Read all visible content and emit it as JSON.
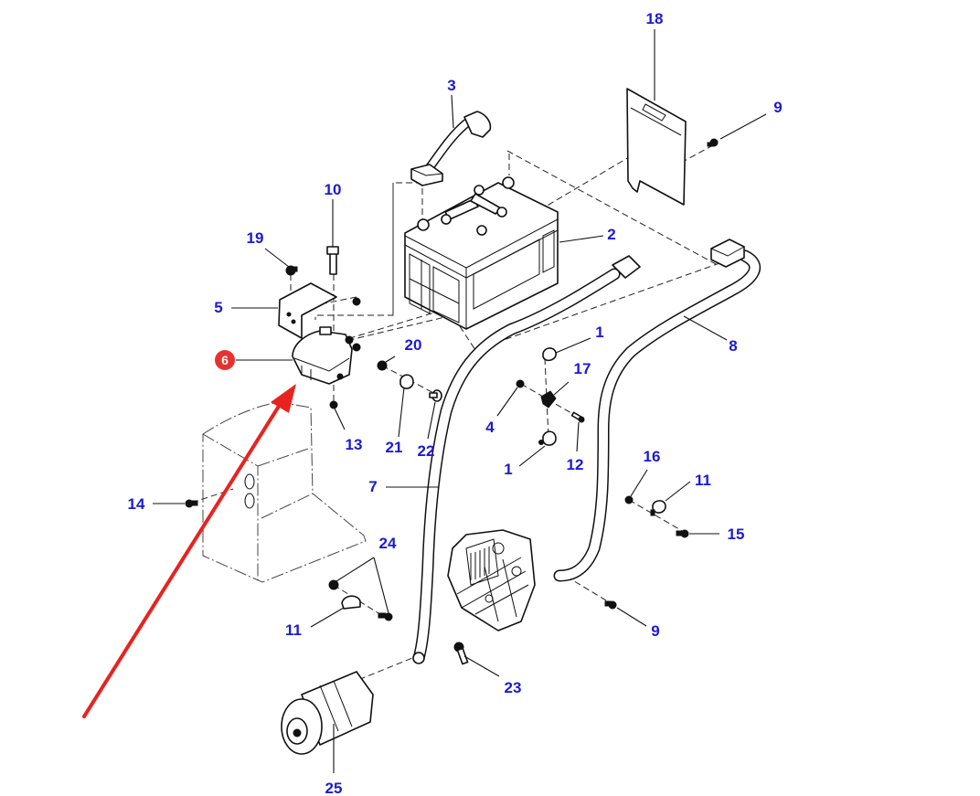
{
  "diagram": {
    "type": "exploded parts diagram",
    "subject": "battery, battery cables and battery isolator assembly",
    "label_color": "#1a1ad6",
    "highlight_color": "#e8322f",
    "arrow_color": "#e8231f",
    "highlighted_part": "6",
    "callouts": [
      {
        "id": "c18",
        "text": "18",
        "part": "battery hold-down plate"
      },
      {
        "id": "c3",
        "text": "3",
        "part": "battery cable (short jumper)"
      },
      {
        "id": "c9a",
        "text": "9",
        "part": "bolt"
      },
      {
        "id": "c10",
        "text": "10",
        "part": "bolt"
      },
      {
        "id": "c19",
        "text": "19",
        "part": "nut"
      },
      {
        "id": "c2",
        "text": "2",
        "part": "battery"
      },
      {
        "id": "c5",
        "text": "5",
        "part": "bracket"
      },
      {
        "id": "c6",
        "text": "6",
        "part": "battery isolator switch"
      },
      {
        "id": "c20",
        "text": "20",
        "part": "nut"
      },
      {
        "id": "c1a",
        "text": "1",
        "part": "clip"
      },
      {
        "id": "c8",
        "text": "8",
        "part": "negative battery cable"
      },
      {
        "id": "c17",
        "text": "17",
        "part": "bracket"
      },
      {
        "id": "c4",
        "text": "4",
        "part": "nut"
      },
      {
        "id": "c13",
        "text": "13",
        "part": "nut"
      },
      {
        "id": "c21",
        "text": "21",
        "part": "clip"
      },
      {
        "id": "c22",
        "text": "22",
        "part": "bolt"
      },
      {
        "id": "c1b",
        "text": "1",
        "part": "clip"
      },
      {
        "id": "c12",
        "text": "12",
        "part": "bolt"
      },
      {
        "id": "c16",
        "text": "16",
        "part": "nut"
      },
      {
        "id": "c11a",
        "text": "11",
        "part": "clip"
      },
      {
        "id": "c7",
        "text": "7",
        "part": "positive battery cable"
      },
      {
        "id": "c14",
        "text": "14",
        "part": "bolt"
      },
      {
        "id": "c15",
        "text": "15",
        "part": "bolt"
      },
      {
        "id": "c24",
        "text": "24",
        "part": "nut and bolt"
      },
      {
        "id": "c11b",
        "text": "11",
        "part": "clip"
      },
      {
        "id": "c9b",
        "text": "9",
        "part": "bolt"
      },
      {
        "id": "c23",
        "text": "23",
        "part": "bolt"
      },
      {
        "id": "c25",
        "text": "25",
        "part": "starter motor"
      }
    ]
  }
}
